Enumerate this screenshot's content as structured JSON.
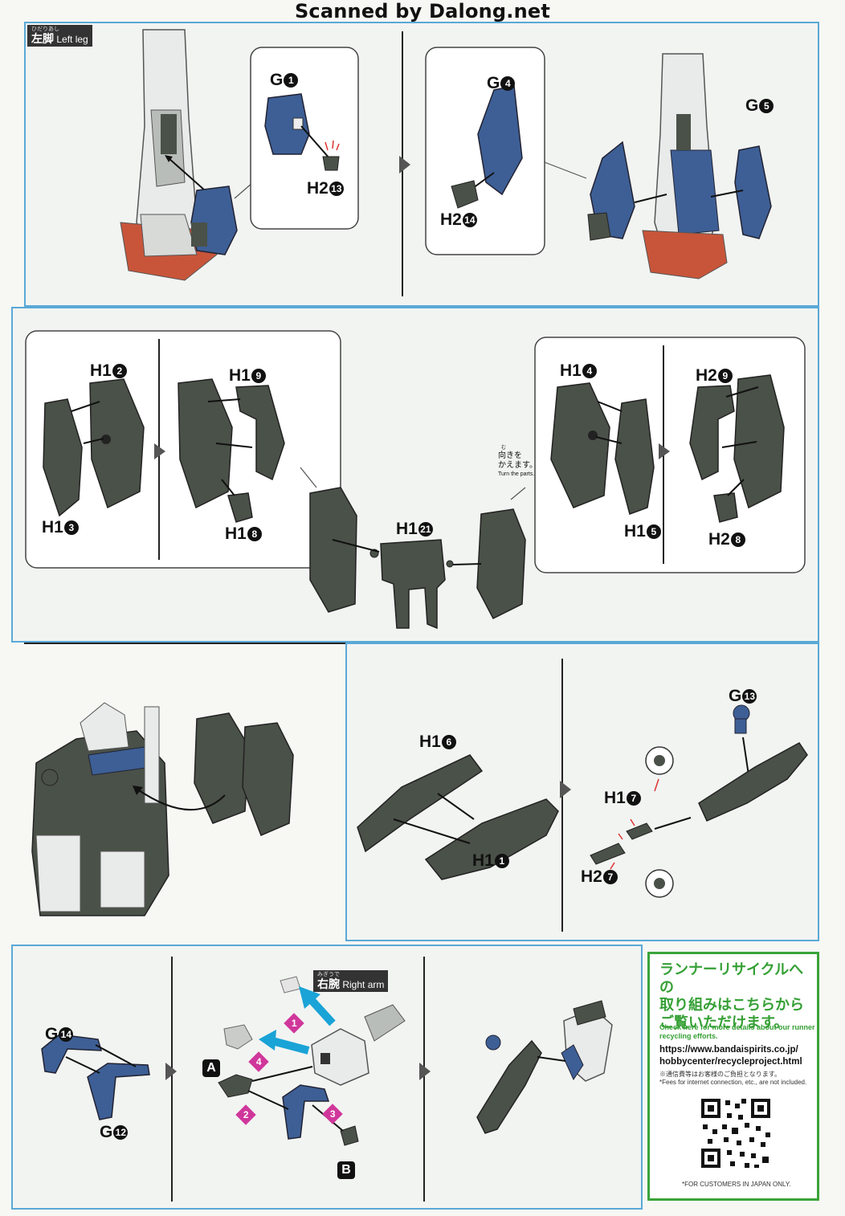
{
  "watermark": "Scanned by Dalong.net",
  "section_left_leg": {
    "ruby": "ひだりあし",
    "jp": "左脚",
    "en": "Left leg"
  },
  "section_right_arm": {
    "ruby": "みぎうで",
    "jp": "右腕",
    "en": "Right arm"
  },
  "parts": {
    "g1": "G",
    "g1_num": "1",
    "h2_13": "H2",
    "h2_13_num": "13",
    "g4": "G",
    "g4_num": "4",
    "h2_14": "H2",
    "h2_14_num": "14",
    "g5": "G",
    "g5_num": "5",
    "h1_2": "H1",
    "h1_2_num": "2",
    "h1_3": "H1",
    "h1_3_num": "3",
    "h1_9": "H1",
    "h1_9_num": "9",
    "h1_8": "H1",
    "h1_8_num": "8",
    "h1_21": "H1",
    "h1_21_num": "21",
    "h1_4": "H1",
    "h1_4_num": "4",
    "h1_5": "H1",
    "h1_5_num": "5",
    "h2_9": "H2",
    "h2_9_num": "9",
    "h2_8": "H2",
    "h2_8_num": "8",
    "h1_6": "H1",
    "h1_6_num": "6",
    "h1_1": "H1",
    "h1_1_num": "1",
    "g13": "G",
    "g13_num": "13",
    "h1_7": "H1",
    "h1_7_num": "7",
    "h2_7": "H2",
    "h2_7_num": "7",
    "g14": "G",
    "g14_num": "14",
    "g12": "G",
    "g12_num": "12"
  },
  "turn_note": {
    "ruby": "む",
    "jp1": "向きを",
    "jp2": "かえます。",
    "en": "Turn the parts."
  },
  "step_numbers": [
    "1",
    "2",
    "3",
    "4"
  ],
  "box_letters": {
    "a": "A",
    "b": "B"
  },
  "recycle": {
    "headline_1": "ランナーリサイクルへの",
    "headline_2": "取り組みはこちらから",
    "headline_3": "ご覧いただけます。",
    "sub": "Check here for more details about our runner recycling efforts.",
    "url_1": "https://www.bandaispirits.co.jp/",
    "url_2": "hobbycenter/recycleproject.html",
    "fee_jp": "※通信費等はお客様のご負担となります。",
    "fee_en": "*Fees for internet connection, etc., are not included.",
    "footer": "*FOR CUSTOMERS IN JAPAN ONLY."
  },
  "colors": {
    "panel_border": "#5aa9d6",
    "part_blue": "#3d5f95",
    "part_gray": "#4a5148",
    "white_part": "#e9ebea",
    "arrow_cyan": "#1aa3d6",
    "step_magenta": "#d0379b",
    "recycle_green": "#3aa43a"
  }
}
